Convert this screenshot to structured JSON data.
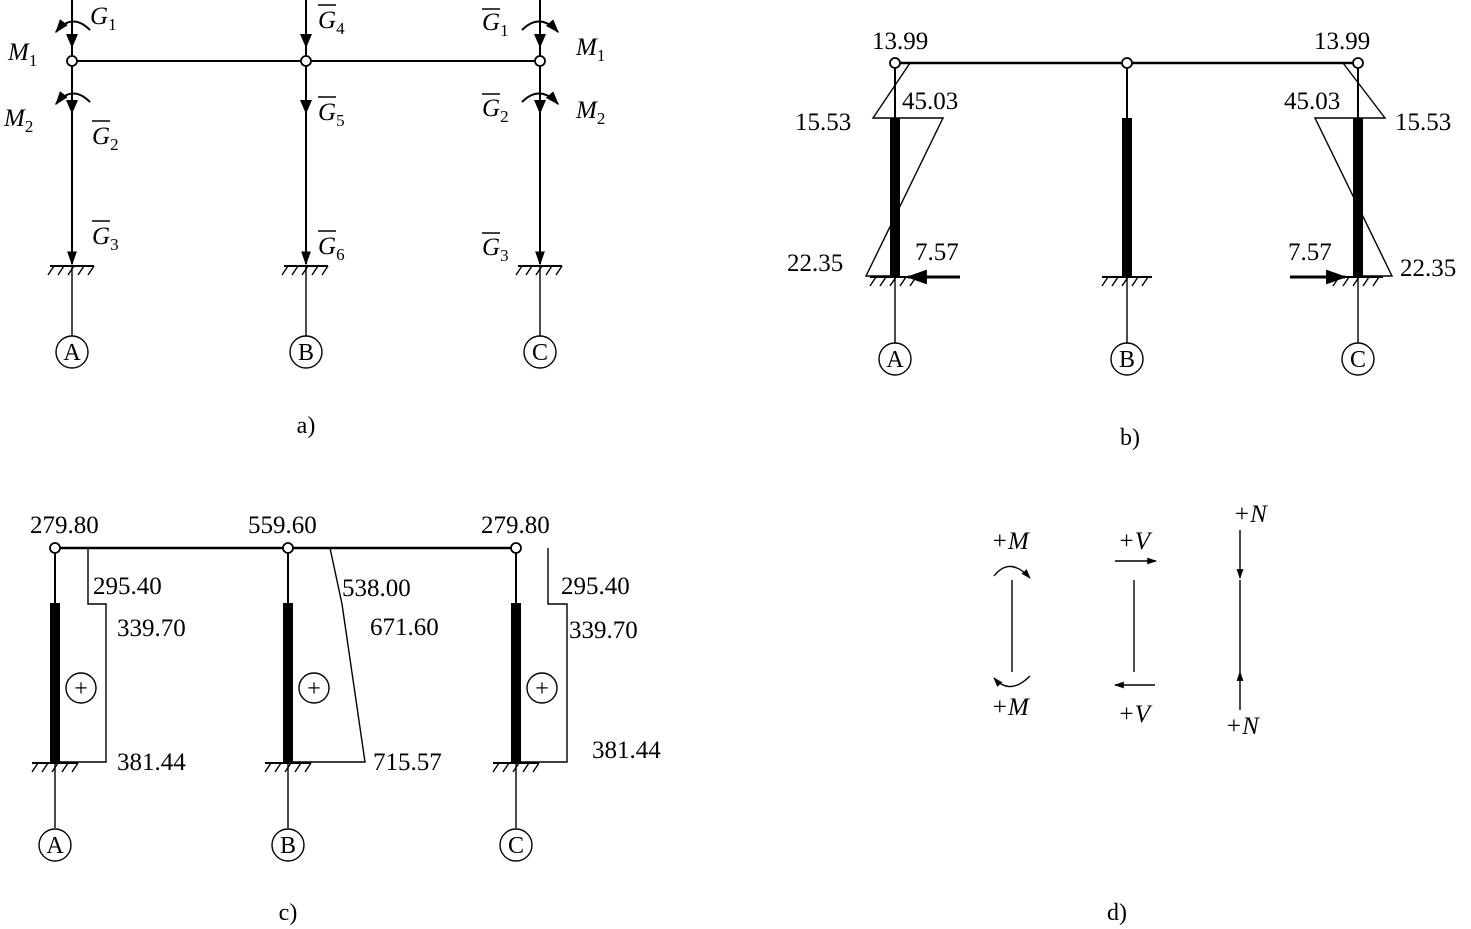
{
  "panels": {
    "a": {
      "caption": "a)",
      "loads": {
        "g1_left": "G",
        "g1_left_sub": "1",
        "m1_left": "M",
        "m1_left_sub": "1",
        "m2_left": "M",
        "m2_left_sub": "2",
        "g2_left": "G",
        "g2_left_sub": "2",
        "g3_left": "G",
        "g3_left_sub": "3",
        "g4": "G",
        "g4_sub": "4",
        "g5": "G",
        "g5_sub": "5",
        "g6": "G",
        "g6_sub": "6",
        "g1_right": "G",
        "g1_right_sub": "1",
        "m1_right": "M",
        "m1_right_sub": "1",
        "g2_right": "G",
        "g2_right_sub": "2",
        "m2_right": "M",
        "m2_right_sub": "2",
        "g3_right": "G",
        "g3_right_sub": "3"
      },
      "axes": [
        "A",
        "B",
        "C"
      ]
    },
    "b": {
      "caption": "b)",
      "values": {
        "top_left": "13.99",
        "top_right": "13.99",
        "left_inner": "45.03",
        "left_outer": "15.53",
        "right_inner": "45.03",
        "right_outer": "15.53",
        "base_left": "22.35",
        "base_right": "22.35",
        "shear_left": "7.57",
        "shear_right": "7.57"
      },
      "axes": [
        "A",
        "B",
        "C"
      ]
    },
    "c": {
      "caption": "c)",
      "values": {
        "top_a": "279.80",
        "top_b": "559.60",
        "top_c": "279.80",
        "a_upper": "295.40",
        "a_mid": "339.70",
        "a_base": "381.44",
        "b_upper": "538.00",
        "b_mid": "671.60",
        "b_base": "715.57",
        "c_upper": "295.40",
        "c_mid": "339.70",
        "c_base": "381.44"
      },
      "plus_sign": "+",
      "axes": [
        "A",
        "B",
        "C"
      ]
    },
    "d": {
      "caption": "d)",
      "moment_top": "+M",
      "moment_bottom": "+M",
      "shear_top": "+V",
      "shear_bottom": "+V",
      "axial_top": "+N",
      "axial_bottom": "+N"
    }
  }
}
